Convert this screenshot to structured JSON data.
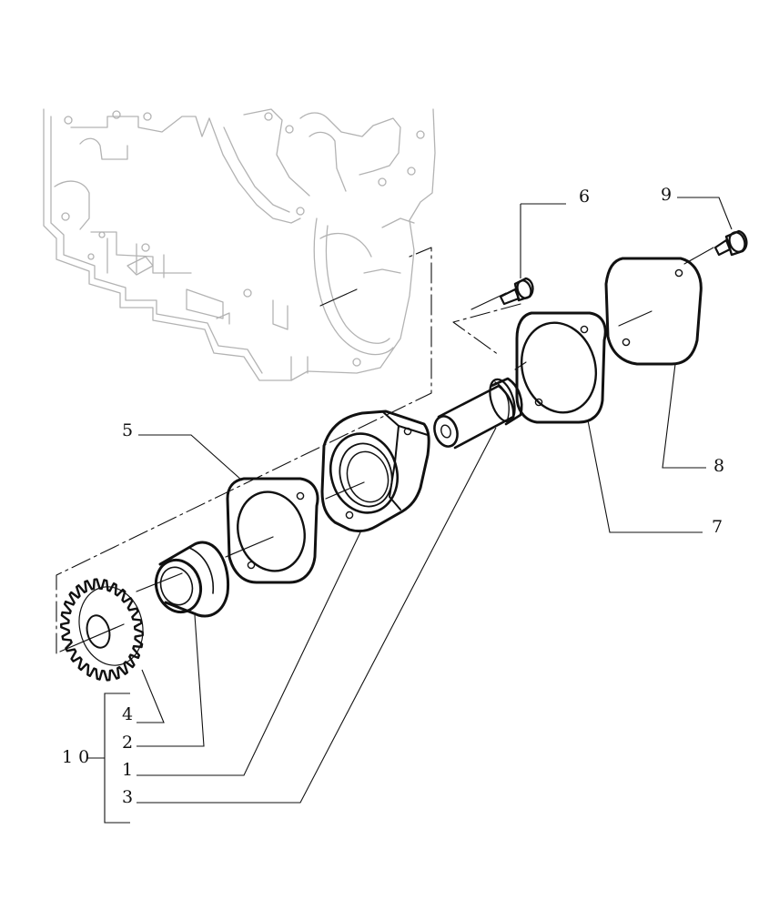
{
  "diagram": {
    "callouts": {
      "c1": "1",
      "c2": "2",
      "c3": "3",
      "c4": "4",
      "c5": "5",
      "c6": "6",
      "c7": "7",
      "c8": "8",
      "c9": "9",
      "c10": "1 0"
    },
    "parts": [
      "engine-housing",
      "gear",
      "bushing",
      "gasket",
      "bearing-housing",
      "shaft",
      "gasket",
      "cover-plate",
      "screw",
      "screw"
    ]
  },
  "colors": {
    "ink": "#111111",
    "ghost": "#b3b3b3",
    "background": "#ffffff"
  }
}
